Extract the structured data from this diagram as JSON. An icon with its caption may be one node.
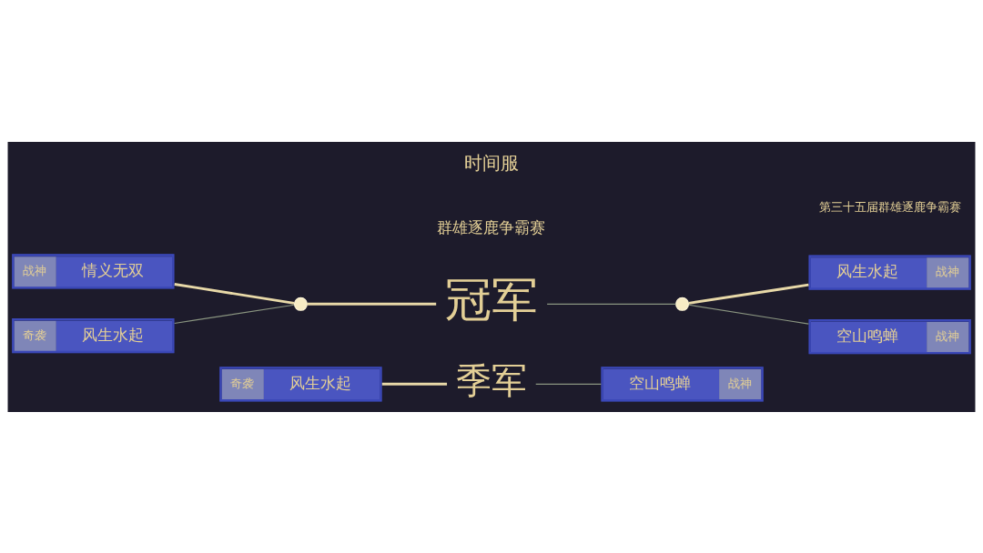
{
  "diagram": {
    "nodes": [
      {
        "text": [
          "战神",
          "情义无双"
        ]
      },
      {
        "text": [
          "奇袭",
          "风生水起"
        ]
      },
      {
        "text": [],
        "shape": "circle"
      },
      {
        "text": [
          "冠军"
        ]
      },
      {
        "text": [],
        "shape": "circle"
      },
      {
        "text": [
          "风生水起",
          "战神"
        ]
      },
      {
        "text": [
          "空山鸣蝉",
          "战神"
        ]
      },
      {
        "text": [
          "奇袭",
          "风生水起"
        ]
      },
      {
        "text": [
          "季军"
        ]
      },
      {
        "text": [
          "空山鸣蝉",
          "战神"
        ]
      }
    ],
    "edges": [
      {
        "from": 0,
        "to": 2,
        "arrow": "none",
        "style": "thick",
        "color": "#e8d9a8"
      },
      {
        "from": 1,
        "to": 2,
        "arrow": "none",
        "color": "#8a9580"
      },
      {
        "from": 2,
        "to": 3,
        "arrow": "none",
        "style": "thick",
        "color": "#e8d9a8"
      },
      {
        "from": 3,
        "to": 4,
        "arrow": "none",
        "color": "#8a9580"
      },
      {
        "from": 4,
        "to": 5,
        "arrow": "none",
        "style": "thick",
        "color": "#e8d9a8"
      },
      {
        "from": 4,
        "to": 6,
        "arrow": "none",
        "color": "#8a9580"
      },
      {
        "from": 7,
        "to": 8,
        "arrow": "none",
        "style": "thick",
        "color": "#e8d9a8"
      },
      {
        "from": 8,
        "to": 9,
        "arrow": "none",
        "color": "#8a9580"
      }
    ],
    "labels": [
      "第三十五届群雄逐鹿争霸赛",
      "时间服",
      "群雄逐鹿争霸赛"
    ]
  }
}
